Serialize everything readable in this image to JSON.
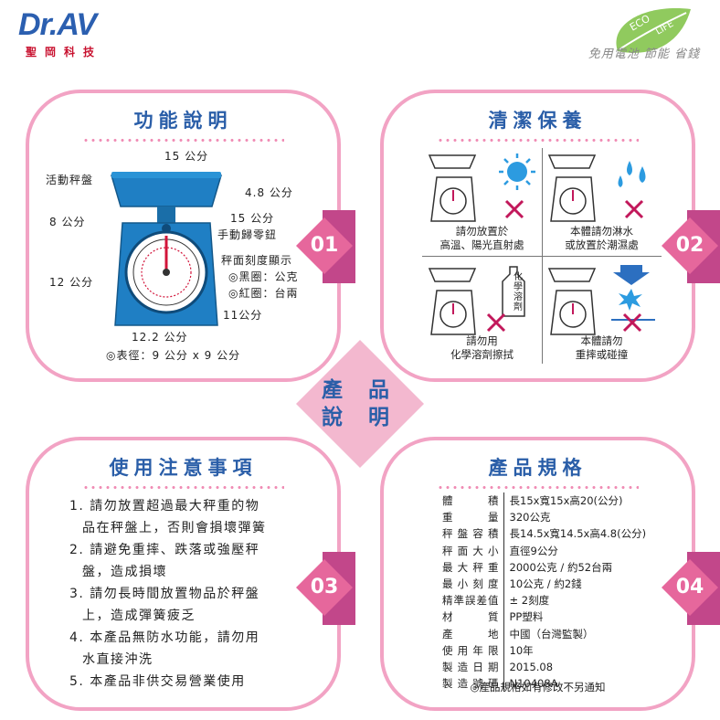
{
  "brand": {
    "logo": "Dr.AV",
    "subtitle": "聖岡科技"
  },
  "eco": {
    "badge_line1": "ECO",
    "badge_line2": "LIFE",
    "slogan": "免用電池  節能  省錢"
  },
  "center": {
    "line1": "產 品",
    "line2": "說 明"
  },
  "panels": {
    "function": {
      "title": "功能說明",
      "badge": "01",
      "labels": {
        "width_top": "15 公分",
        "tray": "活動秤盤",
        "tray_height": "4.8 公分",
        "height_8": "8 公分",
        "depth_15": "15 公分",
        "zero_knob": "手動歸零鈕",
        "height_12": "12 公分",
        "dial_title": "秤面刻度顯示",
        "black_ring": "◎黑圈：公克",
        "red_ring": "◎紅圈：台兩",
        "d11": "11公分",
        "base_width": "12.2 公分",
        "dial_size": "◎表徑：9 公分 x 9 公分"
      }
    },
    "cleaning": {
      "title": "清潔保養",
      "badge": "02",
      "items": [
        {
          "line1": "請勿放置於",
          "line2": "高溫、陽光直射處"
        },
        {
          "line1": "本體請勿淋水",
          "line2": "或放置於潮濕處"
        },
        {
          "line1": "請勿用",
          "line2": "化學溶劑擦拭",
          "tag": "化學溶劑"
        },
        {
          "line1": "本體請勿",
          "line2": "重摔或碰撞"
        }
      ]
    },
    "notes": {
      "title": "使用注意事項",
      "badge": "03",
      "lines": [
        "1. 請勿放置超過最大秤重的物",
        "品在秤盤上，否則會損壞彈簧",
        "2. 請避免重摔、跌落或強壓秤",
        "盤，造成損壞",
        "3. 請勿長時間放置物品於秤盤",
        "上，造成彈簧疲乏",
        "4. 本產品無防水功能，請勿用",
        "水直接沖洗",
        "5. 本產品非供交易營業使用"
      ]
    },
    "specs": {
      "title": "產品規格",
      "badge": "04",
      "rows": [
        {
          "k": "體積",
          "v": "長15x寬15x高20(公分)"
        },
        {
          "k": "重量",
          "v": "320公克"
        },
        {
          "k": "秤盤容積",
          "v": "長14.5x寬14.5x高4.8(公分)"
        },
        {
          "k": "秤面大小",
          "v": "直徑9公分"
        },
        {
          "k": "最大秤重",
          "v": "2000公克 / 約52台兩"
        },
        {
          "k": "最小刻度",
          "v": "10公克 / 約2錢"
        },
        {
          "k": "精準誤差值",
          "v": "± 2刻度"
        },
        {
          "k": "材質",
          "v": "PP塑料"
        },
        {
          "k": "產地",
          "v": "中國（台灣監製）"
        },
        {
          "k": "使用年限",
          "v": "10年"
        },
        {
          "k": "製造日期",
          "v": "2015.08"
        },
        {
          "k": "製造號碼",
          "v": "N10408A"
        }
      ],
      "note": "◎產品規格如有修改不另通知"
    }
  },
  "colors": {
    "pink_border": "#f2a3c4",
    "pink_badge": "#e6679c",
    "title_blue": "#2a5ea8",
    "scale_blue": "#1f7fc4",
    "red_x": "#c2185b"
  }
}
